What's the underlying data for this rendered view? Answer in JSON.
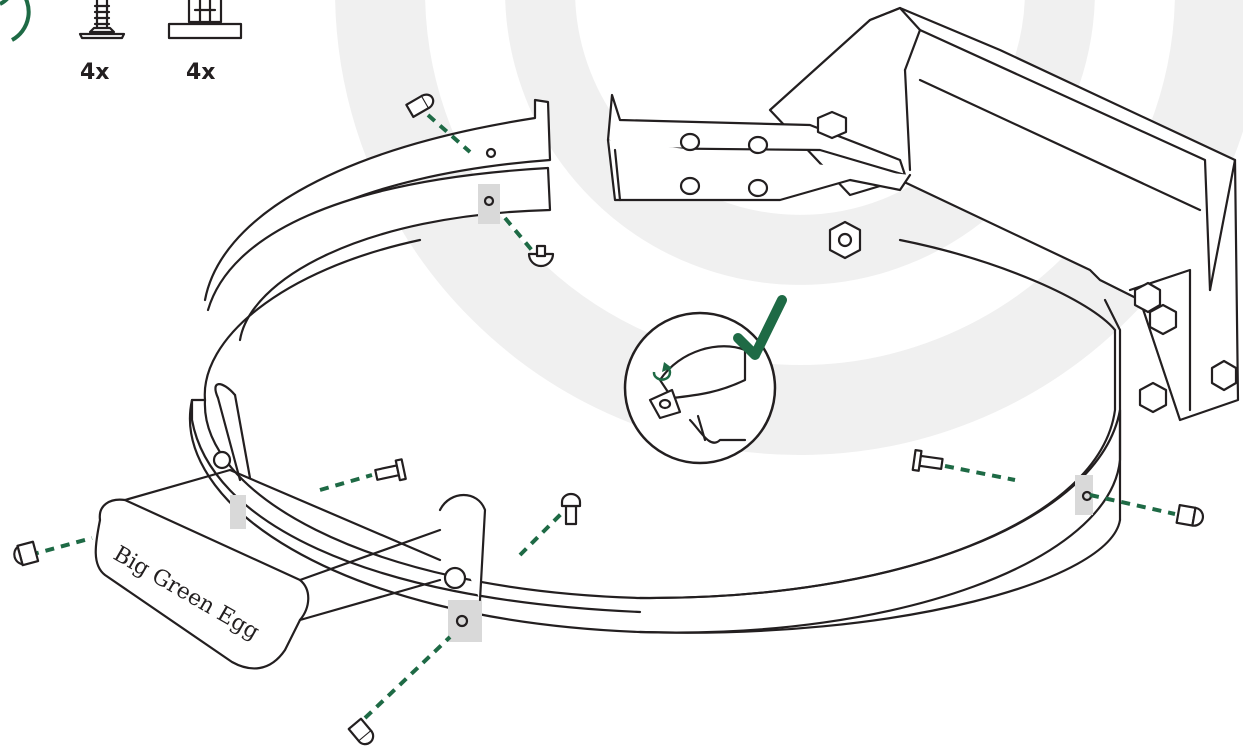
{
  "hardware": {
    "carriage_bolt_qty": "4x",
    "acorn_nut_qty": "4x"
  },
  "handle": {
    "brand_text": "Big Green Egg"
  },
  "colors": {
    "accent_green": "#1e6a45",
    "line": "#231f20",
    "background_watermark": "#f0f0f0",
    "hole_shading": "#d9d9d9"
  },
  "detail_callout": {
    "status_icon": "checkmark-icon",
    "rotation_icon": "rotate-arrow-icon"
  }
}
